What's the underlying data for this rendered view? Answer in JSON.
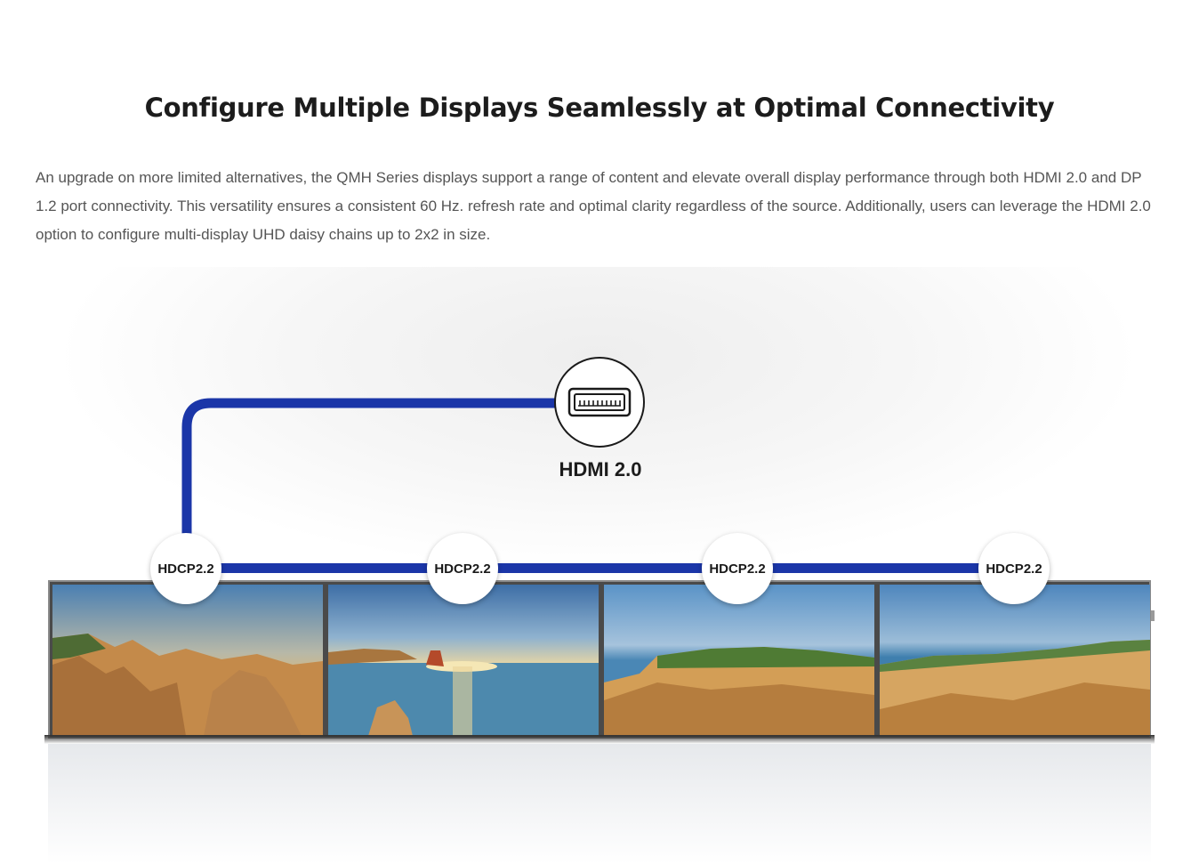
{
  "heading": "Configure Multiple Displays Seamlessly at Optimal Connectivity",
  "description": "An upgrade on more limited alternatives, the QMH Series displays support a range of content and elevate overall display performance through both HDMI 2.0 and DP 1.2 port connectivity. This versatility ensures a consistent 60 Hz. refresh rate and optimal clarity regardless of the source. Additionally, users can leverage the HDMI 2.0 option to configure multi-display UHD daisy chains up to 2x2 in size.",
  "diagram": {
    "port_label": "HDMI 2.0",
    "port_icon": "hdmi-port-icon",
    "badges": [
      "HDCP2.2",
      "HDCP2.2",
      "HDCP2.2",
      "HDCP2.2"
    ],
    "cable_color": "#1b36a8"
  }
}
